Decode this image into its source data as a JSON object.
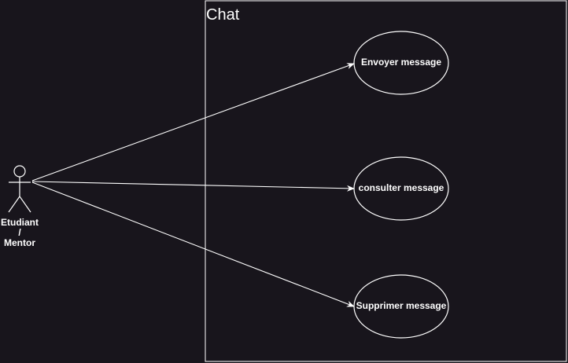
{
  "diagram": {
    "system": {
      "title": "Chat"
    },
    "actor": {
      "label": "Etudiant /\nMentor"
    },
    "use_cases": [
      {
        "label": "Envoyer message"
      },
      {
        "label": "consulter message"
      },
      {
        "label": "Supprimer message"
      }
    ],
    "colors": {
      "background": "#18151c",
      "outer_background": "#000000",
      "stroke": "#ffffff",
      "text": "#ffffff"
    }
  }
}
